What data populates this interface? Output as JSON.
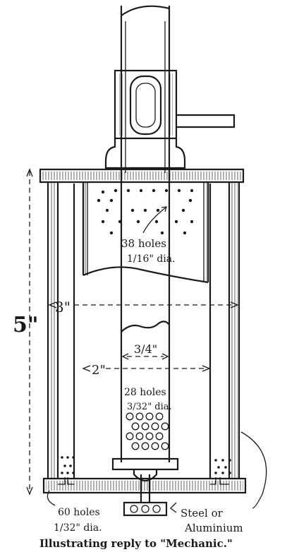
{
  "labels": {
    "dim_height": "5\"",
    "dim_outer": "3\"",
    "dim_middle": "2\"",
    "dim_inner": "3/4\"",
    "holes_upper_count": "38 holes",
    "holes_upper_dia": "1/16\" dia.",
    "holes_lower_count": "28 holes",
    "holes_lower_dia": "3/32\" dia.",
    "holes_base_count": "60 holes",
    "holes_base_dia": "1/32\" dia.",
    "material_line1": "Steel or",
    "material_line2": "Aluminium",
    "caption": "Illustrating reply to \"Mechanic.\""
  }
}
